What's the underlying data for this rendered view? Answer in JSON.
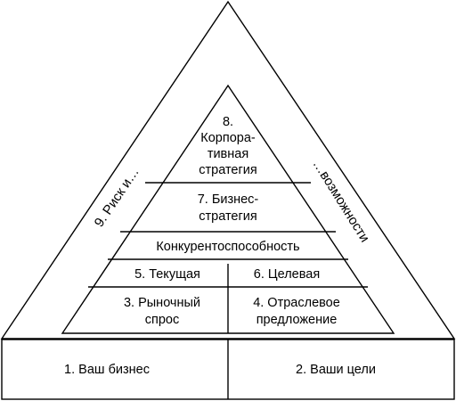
{
  "diagram": {
    "base": {
      "left": "1. Ваш бизнес",
      "right": "2. Ваши цели"
    },
    "side_left": "9. Риск и…",
    "side_right": "…возможности",
    "levels": {
      "corporate": [
        "8.",
        "Корпора-",
        "тивная",
        "стратегия"
      ],
      "business": [
        "7. Бизнес-",
        "стратегия"
      ],
      "competitiveness": "Конкурентоспособность",
      "current": "5. Текущая",
      "target": "6. Целевая",
      "demand": [
        "3. Рыночный",
        "спрос"
      ],
      "supply": [
        "4. Отраслевое",
        "предложение"
      ]
    }
  }
}
